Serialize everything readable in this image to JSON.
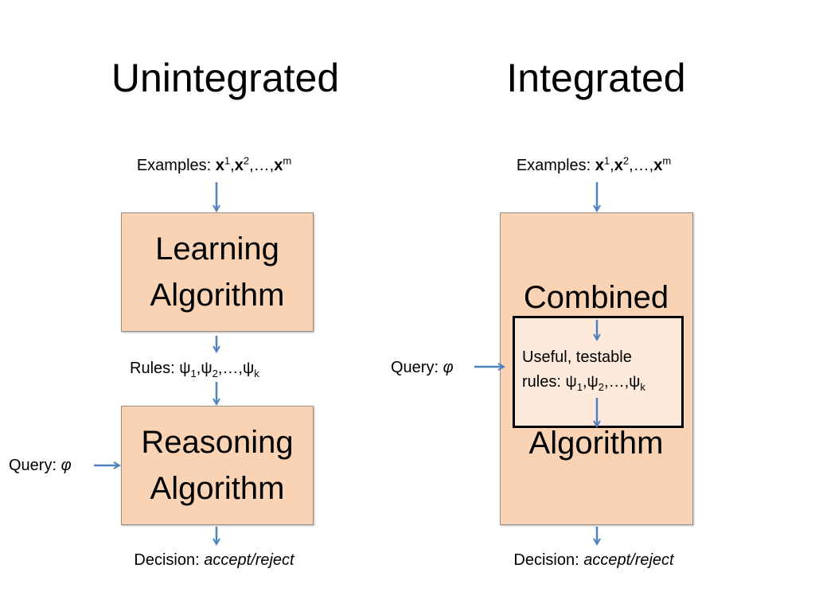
{
  "titles": {
    "left": "Unintegrated",
    "right": "Integrated"
  },
  "left": {
    "examples_prefix": "Examples: ",
    "examples_var": "x",
    "examples_sup1": "1",
    "examples_sup2": "2",
    "examples_ellipsis": "…",
    "examples_supm": "m",
    "learning_line1": "Learning",
    "learning_line2": "Algorithm",
    "rules_prefix": "Rules: ",
    "rules_psi": "ψ",
    "rules_sub1": "1",
    "rules_sub2": "2",
    "rules_subk": "k",
    "rules_ellipsis": "…",
    "reasoning_line1": "Reasoning",
    "reasoning_line2": "Algorithm",
    "query_prefix": "Query: ",
    "query_symbol": "φ",
    "decision_prefix": "Decision: ",
    "decision_value": "accept/reject"
  },
  "right": {
    "examples_prefix": "Examples: ",
    "examples_var": "x",
    "examples_sup1": "1",
    "examples_sup2": "2",
    "examples_ellipsis": "…",
    "examples_supm": "m",
    "combined_line1": "Combined",
    "combined_line2": "Algorithm",
    "inner_line1": "Useful, testable",
    "inner_rules_prefix": "rules: ",
    "rules_psi": "ψ",
    "rules_sub1": "1",
    "rules_sub2": "2",
    "rules_subk": "k",
    "rules_ellipsis": "…",
    "query_prefix": "Query: ",
    "query_symbol": "φ",
    "decision_prefix": "Decision: ",
    "decision_value": "accept/reject"
  },
  "colors": {
    "box_fill": "#f9d3b3",
    "inner_fill": "#fdeadb",
    "arrow": "#4f81bd"
  }
}
